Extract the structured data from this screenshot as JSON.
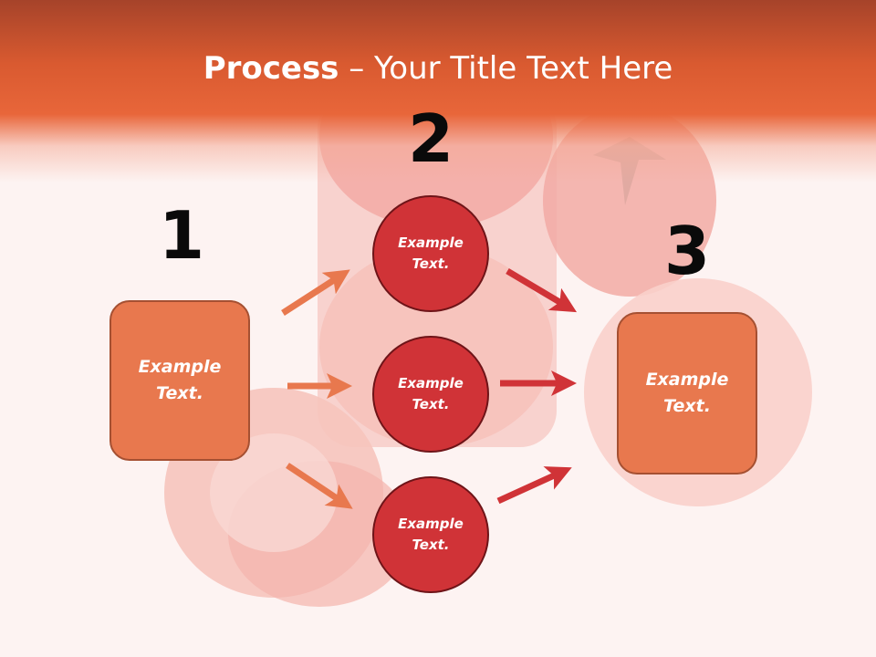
{
  "title": {
    "bold": "Process",
    "rest": " – Your Title Text Here"
  },
  "steps": [
    {
      "number": "1",
      "box_text": "Example\nText."
    },
    {
      "number": "2",
      "circles": [
        "Example\nText.",
        "Example\nText.",
        "Example\nText."
      ]
    },
    {
      "number": "3",
      "box_text": "Example\nText."
    }
  ],
  "colors": {
    "header": "#e8663a",
    "box_fill": "#e8784e",
    "circle_fill": "#d03337",
    "arrow_left": "#e8784e",
    "arrow_right": "#d03337"
  }
}
